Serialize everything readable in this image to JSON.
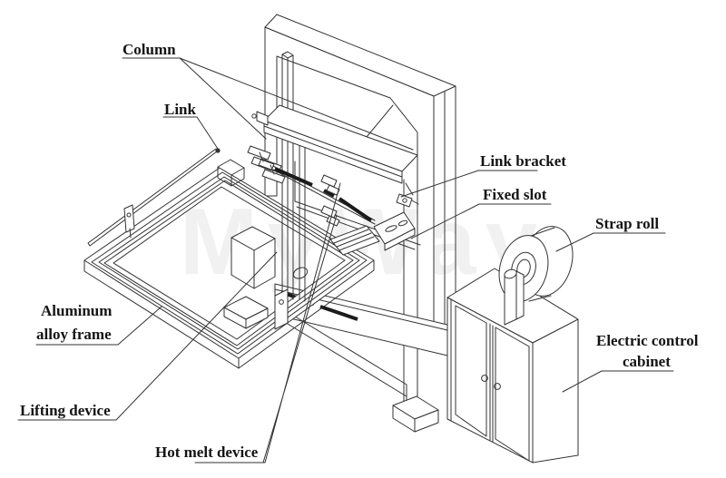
{
  "diagram": {
    "watermark": "MyWay",
    "labels": {
      "column": "Column",
      "link": "Link",
      "link_bracket": "Link bracket",
      "fixed_slot": "Fixed slot",
      "strap_roll": "Strap roll",
      "aluminum_alloy_frame": {
        "line1": "Aluminum",
        "line2": "alloy frame"
      },
      "lifting_device": "Lifting device",
      "hot_melt_device": "Hot melt device",
      "electric_control_cabinet": {
        "line1": "Electric control",
        "line2": "cabinet"
      }
    },
    "colors": {
      "background": "#ffffff",
      "line": "#333333",
      "text": "#141414"
    }
  }
}
